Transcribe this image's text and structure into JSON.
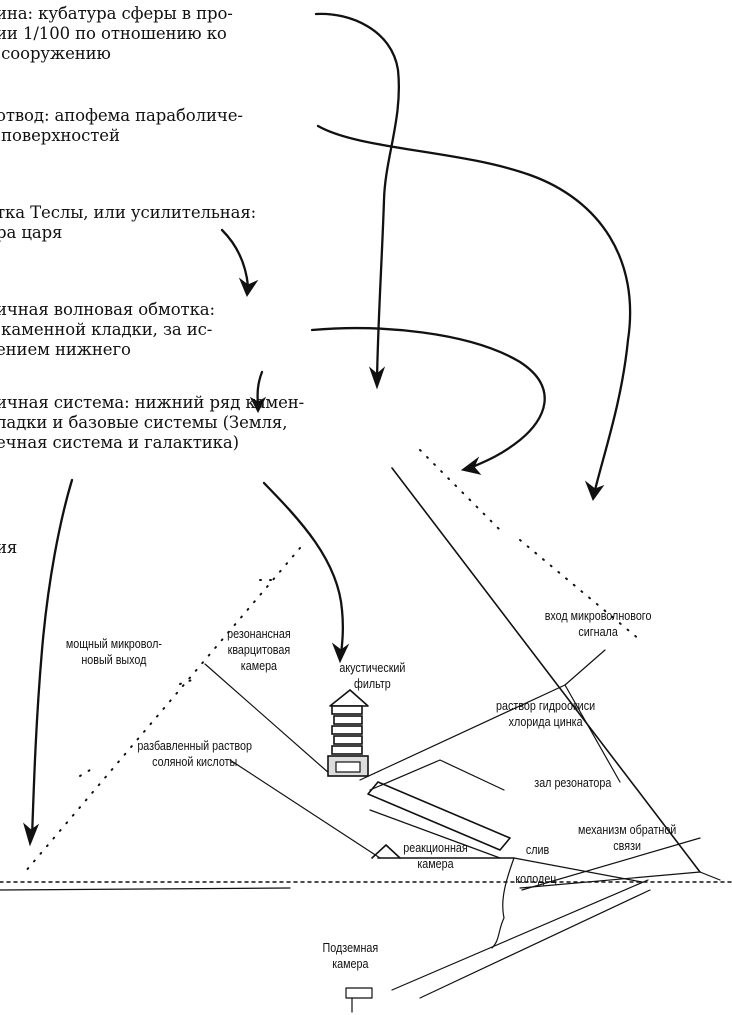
{
  "captions": {
    "capstone": "ина: кубатура сферы в про-\nии 1/100 по отношению ко\n сооружению",
    "parabolic": "отвод: апофема параболиче-\n поверхностей",
    "tesla": "тка Теслы, или усилительная:\nра царя",
    "winding": "ичная волновая обмотка:\n каменной кладки, за ис-\nением нижнего",
    "base": "ичная система: нижний ряд камен-\nладки и базовые системы (Земля,\nечная система и галактика)",
    "cut_fragment": "ия"
  },
  "labels": {
    "microwave_input": "вход микроволнового\nсигнала",
    "microwave_output": "мощный микровол-\nновый выход",
    "resonant_chamber": "резонансная\nкварцитовая\nкамера",
    "acoustic_filter": "акустический\nфильтр",
    "zinc_solution": "раствор гидроокиси\nхлорида цинка",
    "acid_solution": "разбавленный раствор\nсоляной кислоты",
    "resonator_hall": "зал резонатора",
    "feedback": "механизм обратной\nсвязи",
    "reaction_chamber": "реакционная\nкамера",
    "drain": "слив",
    "well": "колодец",
    "underground": "Подземная\nкамера"
  }
}
